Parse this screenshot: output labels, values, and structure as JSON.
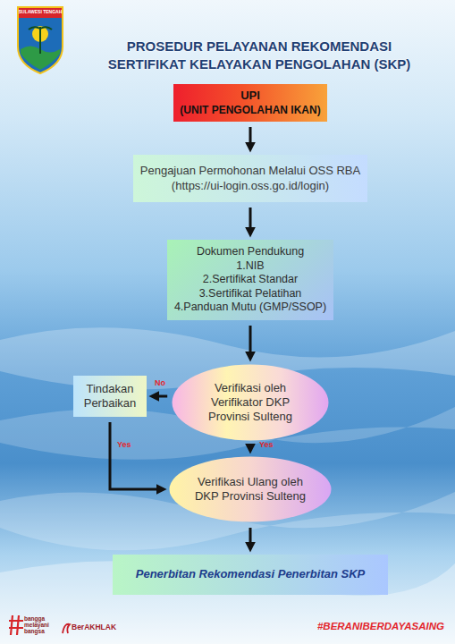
{
  "diagram": {
    "title": "PROSEDUR PELAYANAN REKOMENDASI SERTIFIKAT KELAYAKAN PENGOLAHAN (SKP)",
    "nodes": [
      {
        "text": [
          "UPI",
          "(UNIT PENGOLAHAN IKAN)"
        ]
      },
      {
        "text": [
          "Pengajuan Permohonan Melalui OSS RBA (https://ui-login.oss.go.id/login)"
        ]
      },
      {
        "text": [
          "Dokumen Pendukung",
          "1.NIB",
          "2.Sertifikat Standar",
          "3.Sertifikat Pelatihan",
          "4.Panduan Mutu (GMP/SSOP)"
        ]
      },
      {
        "text": [
          "Verifikasi oleh Verifikator DKP Provinsi Sulteng"
        ]
      },
      {
        "text": [
          "Tindakan Perbaikan"
        ]
      },
      {
        "text": [
          "Verifikasi Ulang oleh DKP Provinsi Sulteng"
        ]
      },
      {
        "text": [
          "Penerbitan Rekomendasi Penerbitan SKP"
        ]
      }
    ],
    "edges": [
      {
        "from": 0,
        "to": 1,
        "arrow": "to"
      },
      {
        "from": 1,
        "to": 2,
        "arrow": "to"
      },
      {
        "from": 2,
        "to": 3,
        "arrow": "to"
      },
      {
        "from": 3,
        "to": 4,
        "label": "No",
        "arrow": "to"
      },
      {
        "from": 3,
        "to": 5,
        "label": "Yes",
        "arrow": "to"
      },
      {
        "from": 4,
        "to": 5,
        "label": "Yes",
        "arrow": "to"
      },
      {
        "from": 5,
        "to": 6,
        "arrow": "to"
      }
    ],
    "labels": [
      "SULAWESI TENGAH",
      "bangga melayani bangsa",
      "BerAKHLAK",
      "#BERANIBERDAYASAING"
    ]
  }
}
